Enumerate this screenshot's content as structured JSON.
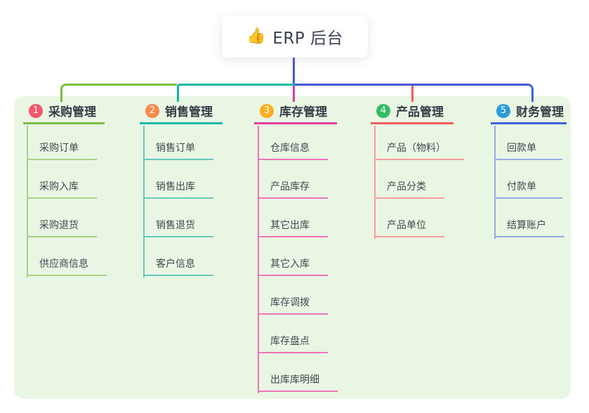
{
  "root": {
    "icon": "👍",
    "label": "ERP 后台"
  },
  "colors": {
    "panel_bg": "#E9F6E4",
    "root_line": "#4758D8",
    "root_text": "#3A4253",
    "heading_text": "#363C46",
    "child_text": "#43484F"
  },
  "branches": [
    {
      "badge": "1",
      "title": "采购管理",
      "badge_color": "#F4566B",
      "line_color": "#7FBC42",
      "child_line_color": "#A9D287",
      "children": [
        "采购订单",
        "采购入库",
        "采购退货",
        "供应商信息"
      ]
    },
    {
      "badge": "2",
      "title": "销售管理",
      "badge_color": "#F98A4C",
      "line_color": "#14B8A6",
      "child_line_color": "#62CBC0",
      "children": [
        "销售订单",
        "销售出库",
        "销售退货",
        "客户信息"
      ]
    },
    {
      "badge": "3",
      "title": "库存管理",
      "badge_color": "#FFAE21",
      "line_color": "#DF3D9D",
      "child_line_color": "#EC74B9",
      "children": [
        "仓库信息",
        "产品库存",
        "其它出库",
        "其它入库",
        "库存调拨",
        "库存盘点",
        "出库库明细"
      ]
    },
    {
      "badge": "4",
      "title": "产品管理",
      "badge_color": "#35BB60",
      "line_color": "#F15B5B",
      "child_line_color": "#F59E9B",
      "children": [
        "产品（物料）",
        "产品分类",
        "产品单位"
      ]
    },
    {
      "badge": "5",
      "title": "财务管理",
      "badge_color": "#2C9BD6",
      "line_color": "#3E62D9",
      "child_line_color": "#97ABE2",
      "children": [
        "回款单",
        "付款单",
        "结算账户"
      ]
    }
  ]
}
